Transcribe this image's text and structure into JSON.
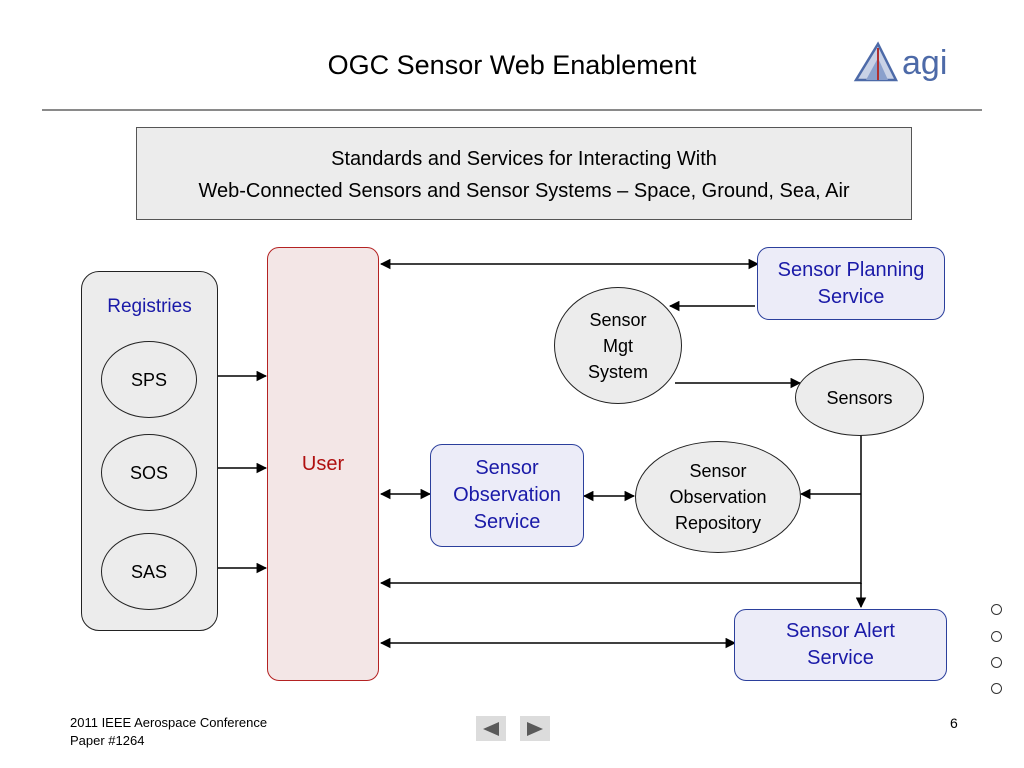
{
  "slide": {
    "title": "OGC Sensor Web Enablement",
    "logo_text": "agi"
  },
  "banner": {
    "line1": "Standards and Services for Interacting With",
    "line2": "Web-Connected Sensors and Sensor Systems – Space, Ground, Sea, Air"
  },
  "registries": {
    "label": "Registries",
    "items": [
      "SPS",
      "SOS",
      "SAS"
    ]
  },
  "user": {
    "label": "User"
  },
  "services": {
    "sps": {
      "line1": "Sensor Planning",
      "line2": "Service"
    },
    "sos": {
      "line1": "Sensor",
      "line2": "Observation",
      "line3": "Service"
    },
    "sas": {
      "line1": "Sensor Alert",
      "line2": "Service"
    }
  },
  "nodes": {
    "mgt": {
      "line1": "Sensor",
      "line2": "Mgt",
      "line3": "System"
    },
    "sensors": {
      "label": "Sensors"
    },
    "repo": {
      "line1": "Sensor",
      "line2": "Observation",
      "line3": "Repository"
    }
  },
  "footer": {
    "line1": "2011 IEEE Aerospace Conference",
    "line2": "Paper #1264",
    "page": "6"
  },
  "colors": {
    "service_text": "#1a1aa8",
    "user_border": "#b42222",
    "user_text": "#b01010"
  }
}
